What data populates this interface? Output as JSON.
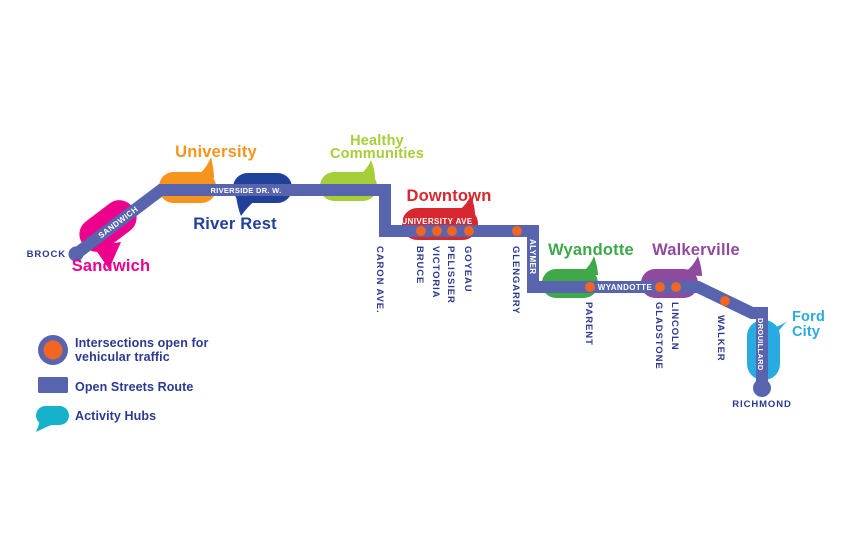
{
  "colors": {
    "route": "#5865AE",
    "navy": "#2B3990",
    "intersection": "#F26522",
    "white": "#FFFFFF",
    "sandwich": "#EC008C",
    "university": "#F7941E",
    "river_rest": "#21409A",
    "healthy": "#A6CE39",
    "downtown": "#D7282F",
    "wyandotte": "#3FA848",
    "walkerville": "#8E4A9E",
    "ford_city": "#29ABE2",
    "activity_hub": "#16B2CB"
  },
  "hubs": {
    "sandwich": "Sandwich",
    "university": "University",
    "river_rest": "River Rest",
    "healthy_line1": "Healthy",
    "healthy_line2": "Communities",
    "downtown": "Downtown",
    "wyandotte": "Wyandotte",
    "walkerville": "Walkerville",
    "ford_line1": "Ford",
    "ford_line2": "City"
  },
  "route_labels": {
    "sandwich": "SANDWICH",
    "riverside": "RIVERSIDE DR. W.",
    "university_ave": "UNIVERSITY AVE",
    "wyandotte": "WYANDOTTE",
    "alymer": "ALYMER",
    "drouillard": "DROUILLARD"
  },
  "streets": {
    "brock": "BROCK",
    "caron": "CARON AVE.",
    "bruce": "BRUCE",
    "victoria": "VICTORIA",
    "pelissier": "PELISSIER",
    "goyeau": "GOYEAU",
    "glengarry": "GLENGARRY",
    "parent": "PARENT",
    "gladstone": "GLADSTONE",
    "lincoln": "LINCOLN",
    "walker": "WALKER",
    "richmond": "RICHMOND"
  },
  "legend": {
    "intersections_line1": "Intersections open for",
    "intersections_line2": "vehicular traffic",
    "route": "Open Streets Route",
    "activity_hubs": "Activity Hubs"
  }
}
